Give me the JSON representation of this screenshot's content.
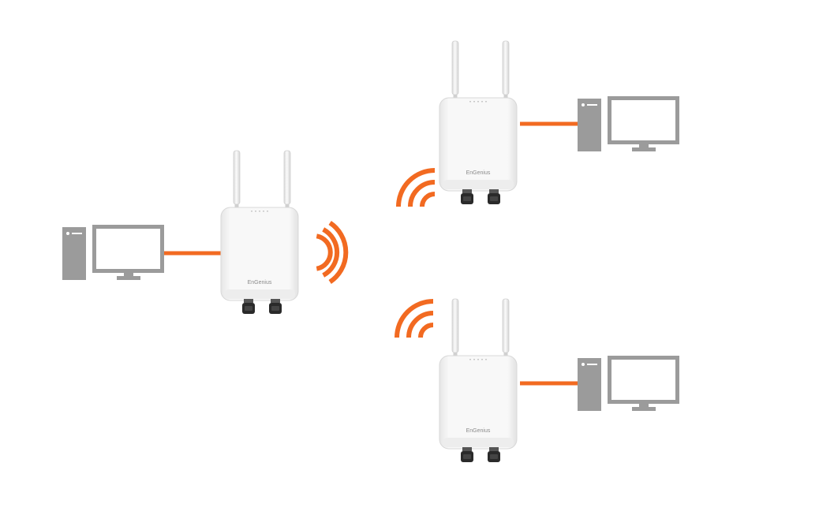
{
  "diagram": {
    "brand_text": "EnGenius",
    "colors": {
      "link": "#f26a21",
      "signal": "#f26a21",
      "computer": "#9b9b9b",
      "device_body": "#f5f5f5",
      "device_outline": "#dedede",
      "antenna": "#f0f0f0",
      "connector": "#2a2a2a"
    },
    "nodes": [
      {
        "id": "ap-left",
        "kind": "access-point",
        "role": "root"
      },
      {
        "id": "ap-top-right",
        "kind": "access-point",
        "role": "client"
      },
      {
        "id": "ap-bottom-right",
        "kind": "access-point",
        "role": "client"
      },
      {
        "id": "pc-left",
        "kind": "computer"
      },
      {
        "id": "pc-top-right",
        "kind": "computer"
      },
      {
        "id": "pc-bottom-right",
        "kind": "computer"
      }
    ],
    "links": [
      {
        "from": "pc-left",
        "to": "ap-left",
        "type": "wired"
      },
      {
        "from": "ap-top-right",
        "to": "pc-top-right",
        "type": "wired"
      },
      {
        "from": "ap-bottom-right",
        "to": "pc-bottom-right",
        "type": "wired"
      },
      {
        "from": "ap-left",
        "to": "ap-top-right",
        "type": "wireless"
      },
      {
        "from": "ap-left",
        "to": "ap-bottom-right",
        "type": "wireless"
      }
    ]
  }
}
